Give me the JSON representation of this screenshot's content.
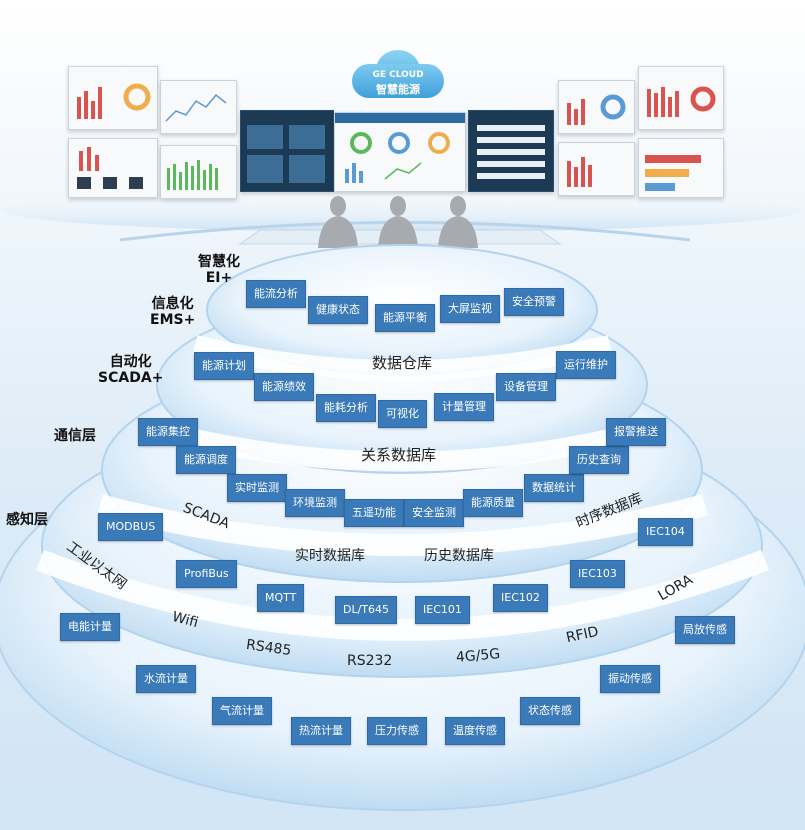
{
  "cloud": {
    "line1": "GE CLOUD",
    "line2": "智慧能源"
  },
  "layers": [
    {
      "name": "智慧化",
      "sub": "EI+"
    },
    {
      "name": "信息化",
      "sub": "EMS+"
    },
    {
      "name": "自动化",
      "sub": "SCADA+"
    },
    {
      "name": "通信层",
      "sub": ""
    },
    {
      "name": "感知层",
      "sub": ""
    }
  ],
  "ei": {
    "items": [
      "能流分析",
      "健康状态",
      "能源平衡",
      "大屏监视",
      "安全预警"
    ],
    "base": "数据仓库"
  },
  "ems": {
    "items": [
      "能源计划",
      "能源绩效",
      "能耗分析",
      "可视化",
      "计量管理",
      "设备管理",
      "运行维护"
    ],
    "base": "关系数据库"
  },
  "scada": {
    "items": [
      "能源集控",
      "能源调度",
      "实时监测",
      "环境监测",
      "五遥功能",
      "安全监测",
      "能源质量",
      "数据统计",
      "历史查询",
      "报警推送"
    ],
    "arc_left": "SCADA",
    "arc_right": "时序数据库",
    "base_left": "实时数据库",
    "base_right": "历史数据库"
  },
  "comm": {
    "items": [
      "MODBUS",
      "ProfiBus",
      "MQTT",
      "DL/T645",
      "IEC101",
      "IEC102",
      "IEC103",
      "IEC104"
    ],
    "arc_left": "工业以太网",
    "arc_right": "LORA",
    "bottom": [
      "Wifi",
      "RS485",
      "RS232",
      "4G/5G",
      "RFID"
    ]
  },
  "sense": {
    "items": [
      "电能计量",
      "水流计量",
      "气流计量",
      "热流计量",
      "压力传感",
      "温度传感",
      "状态传感",
      "振动传感",
      "局放传感"
    ]
  },
  "colors": {
    "chip": "#3a7ab8",
    "disc": "#e9f4fc",
    "rim": "#b6d6ef"
  }
}
